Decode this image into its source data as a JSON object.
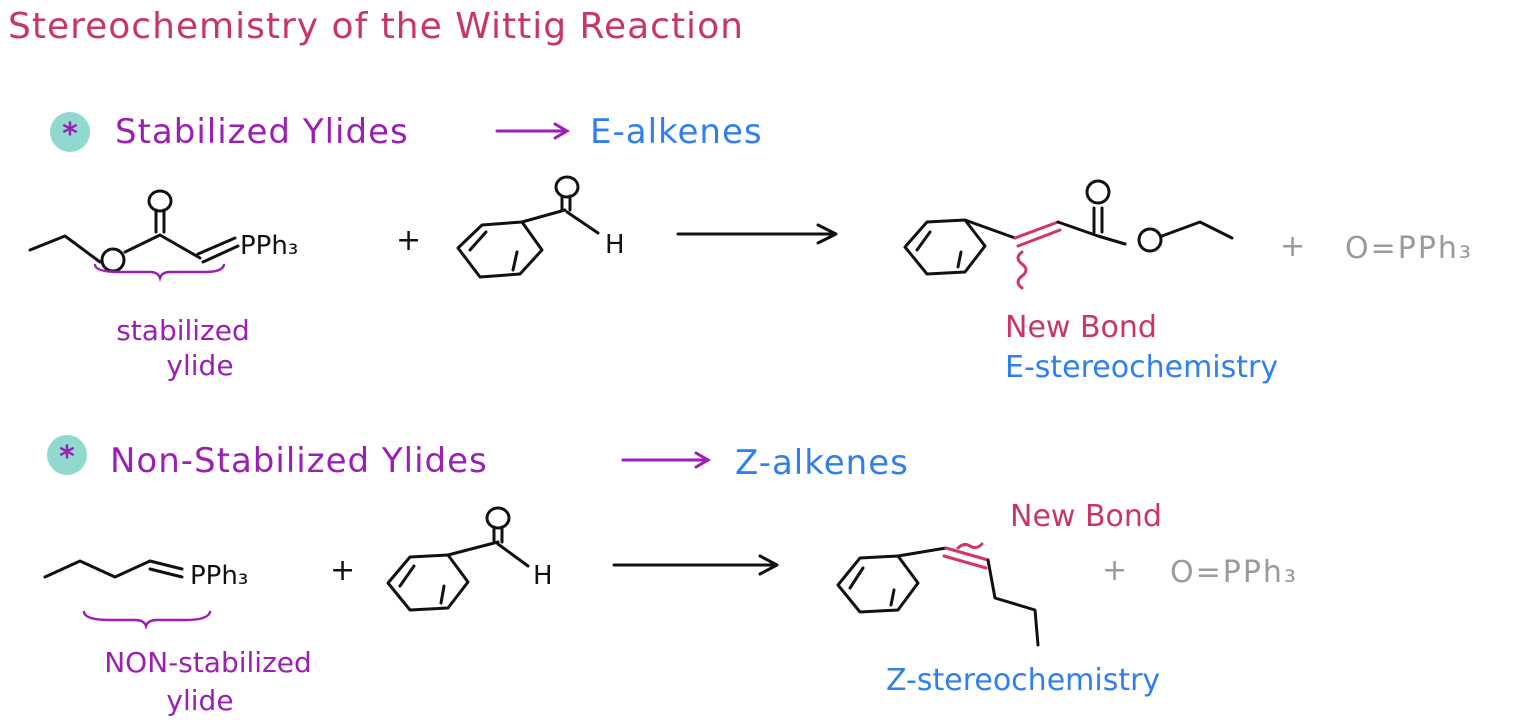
{
  "title": "Stereochemistry of the Wittig Reaction",
  "section1": {
    "bullet": "*",
    "heading": "Stabilized Ylides",
    "product_type": "E-alkenes",
    "ylide_formula": "PPh₃",
    "plus": "+",
    "aldehyde_h": "H",
    "ylide_label_line1": "stabilized",
    "ylide_label_line2": "ylide",
    "byproduct_plus": "+",
    "byproduct": "O=PPh₃",
    "new_bond_label": "New Bond",
    "stereo_label": "E-stereochemistry"
  },
  "section2": {
    "bullet": "*",
    "heading": "Non-Stabilized Ylides",
    "product_type": "Z-alkenes",
    "ylide_formula": "PPh₃",
    "plus": "+",
    "aldehyde_h": "H",
    "ylide_label_line1": "NON-stabilized",
    "ylide_label_line2": "ylide",
    "byproduct_plus": "+",
    "byproduct": "O=PPh₃",
    "new_bond_label": "New Bond",
    "stereo_label": "Z-stereochemistry"
  },
  "colors": {
    "title": "#c9356b",
    "heading": "#9b1fb4",
    "product_type": "#2f7ff0",
    "new_bond": "#d0356d",
    "byproduct": "#9a9a9a",
    "bullet_bg": "#8fd9cf"
  }
}
